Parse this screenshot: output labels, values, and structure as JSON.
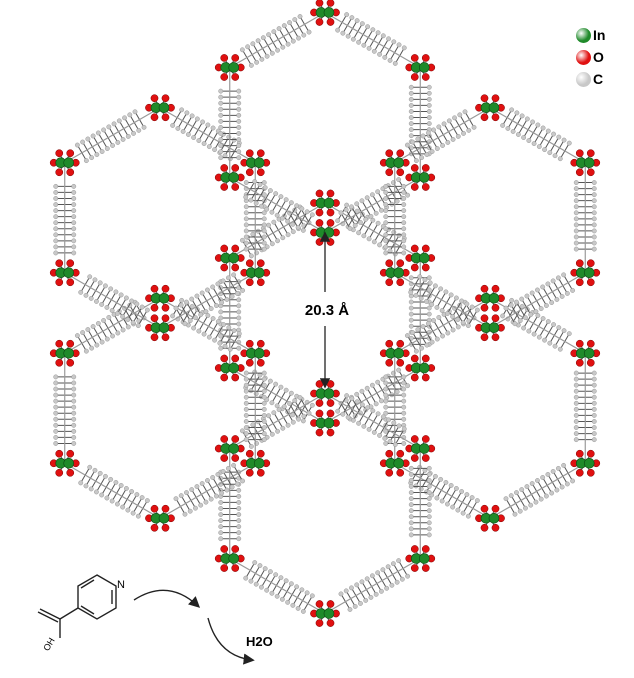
{
  "legend": {
    "items": [
      {
        "label": "In",
        "color": "#1f8a2a"
      },
      {
        "label": "O",
        "color": "#e01010"
      },
      {
        "label": "C",
        "color": "#c8c8c8"
      }
    ]
  },
  "pore_label": "20.3 Å",
  "scheme": {
    "nitrogen": "N",
    "hydroxyl": "OH",
    "product": "H2O"
  },
  "colors": {
    "indium": "#1f8a2a",
    "oxygen": "#e01010",
    "carbon": "#c8c8c8",
    "bond": "#555555"
  }
}
